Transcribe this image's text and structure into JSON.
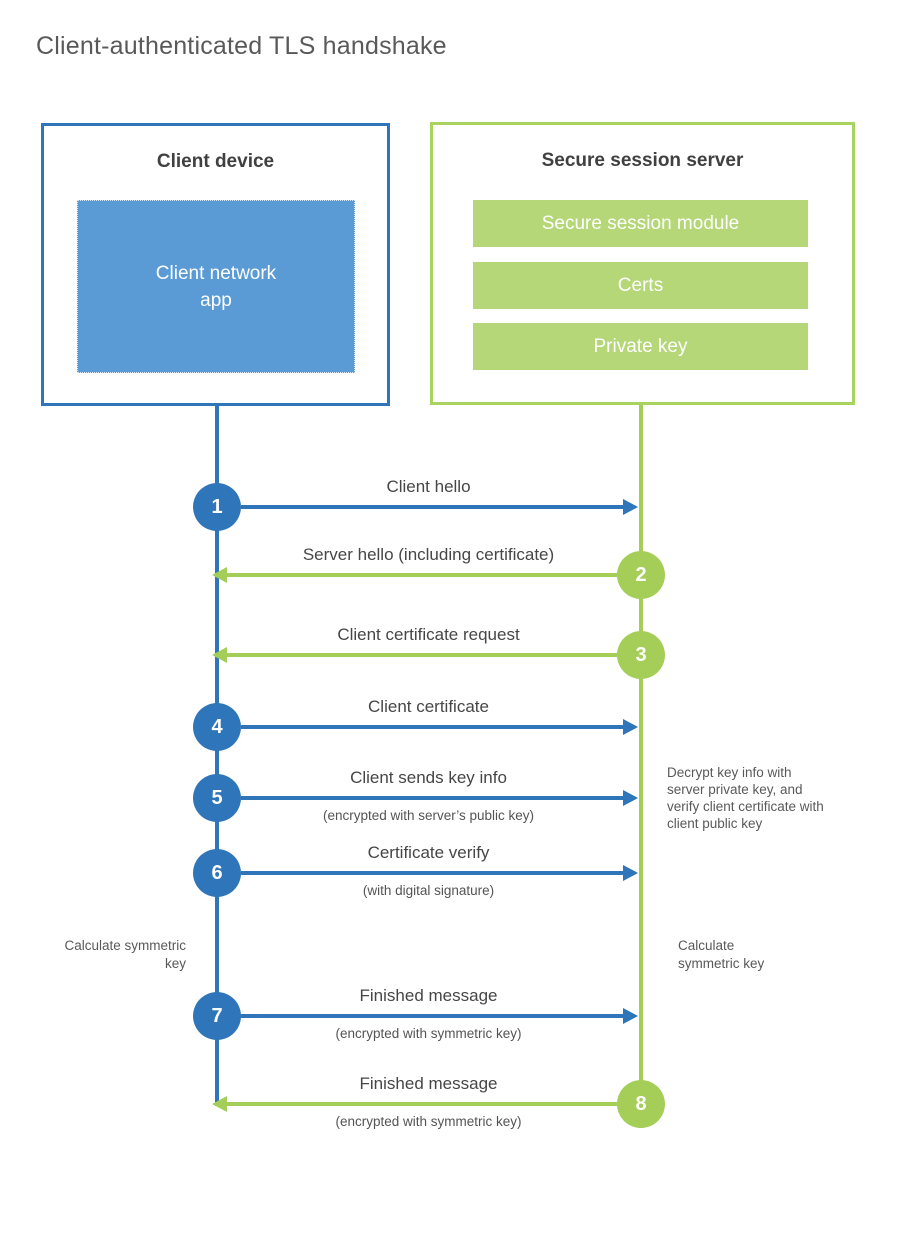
{
  "title": "Client-authenticated TLS handshake",
  "colors": {
    "blue": "#2e76b9",
    "blue_fill": "#5b9bd5",
    "green": "#a4ce58",
    "green_fill": "#b5d778",
    "green_border": "#a8d35f"
  },
  "client": {
    "title": "Client device",
    "module": "Client network app"
  },
  "server": {
    "title": "Secure session server",
    "modules": [
      "Secure session module",
      "Certs",
      "Private key"
    ]
  },
  "messages": [
    {
      "step": "1",
      "from": "client",
      "label": "Client hello",
      "sub": ""
    },
    {
      "step": "2",
      "from": "server",
      "label": "Server hello (including certificate)",
      "sub": ""
    },
    {
      "step": "3",
      "from": "server",
      "label": "Client certificate request",
      "sub": ""
    },
    {
      "step": "4",
      "from": "client",
      "label": "Client certificate",
      "sub": ""
    },
    {
      "step": "5",
      "from": "client",
      "label": "Client sends key info",
      "sub": "(encrypted with server’s public key)"
    },
    {
      "step": "6",
      "from": "client",
      "label": "Certificate verify",
      "sub": "(with digital signature)"
    },
    {
      "step": "7",
      "from": "client",
      "label": "Finished message",
      "sub": "(encrypted with symmetric key)"
    },
    {
      "step": "8",
      "from": "server",
      "label": "Finished message",
      "sub": "(encrypted with symmetric key)"
    }
  ],
  "annotations": {
    "server_note": "Decrypt key info with server private key, and verify client certificate with client public key",
    "client_calc": "Calculate symmetric key",
    "server_calc": "Calculate symmetric key"
  }
}
